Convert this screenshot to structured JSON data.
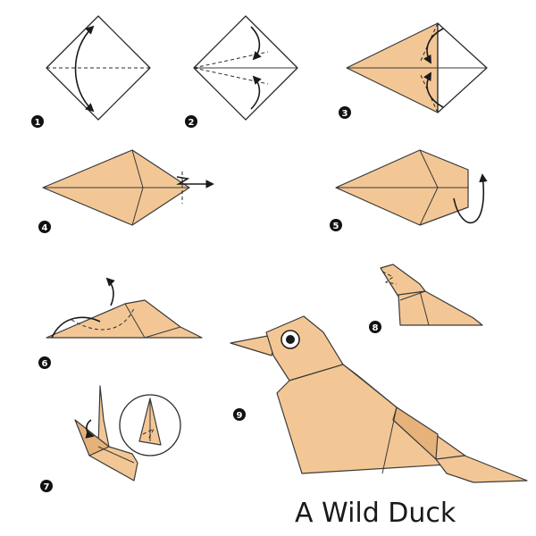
{
  "title": "A Wild Duck",
  "steps": [
    {
      "number": "1"
    },
    {
      "number": "2"
    },
    {
      "number": "3"
    },
    {
      "number": "4"
    },
    {
      "number": "5"
    },
    {
      "number": "6"
    },
    {
      "number": "7"
    },
    {
      "number": "8"
    },
    {
      "number": "9"
    }
  ],
  "colors": {
    "paper": "#f3c795",
    "paper_dark": "#e6b27a",
    "outline": "#3a3a3a",
    "badge": "#111111",
    "background": "#ffffff"
  }
}
